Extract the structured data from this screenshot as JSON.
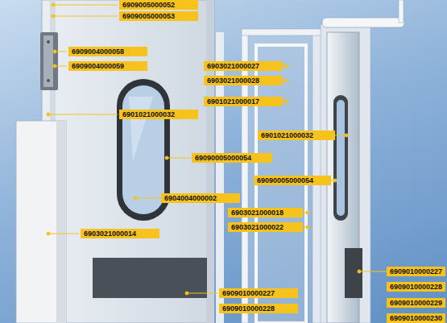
{
  "diagram": {
    "labels": [
      "6909005000052",
      "6909005000053",
      "6909004000058",
      "6909004000059",
      "6901021000032",
      "69090005000054",
      "6904004000002",
      "6903021000014",
      "6909010000227",
      "6909010000228",
      "6903021000027",
      "6903021000028",
      "6901021000017",
      "6901021000032",
      "69090005000054",
      "6903021000018",
      "6903021000022",
      "6909010000227",
      "6909010000228",
      "6909010000229",
      "6909010000230"
    ]
  }
}
